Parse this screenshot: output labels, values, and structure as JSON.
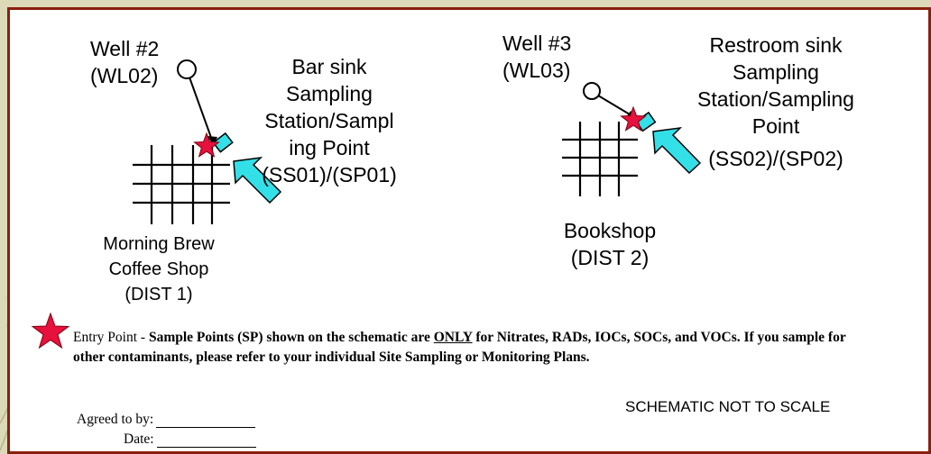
{
  "well2": {
    "name": "Well #2",
    "code": "(WL02)"
  },
  "well3": {
    "name": "Well #3",
    "code": "(WL03)"
  },
  "station1": {
    "lines": [
      "Bar sink",
      "Sampling",
      "Station/Sampl",
      "ing Point",
      "(SS01)/(SP01)"
    ]
  },
  "station2": {
    "lines": [
      "Restroom sink",
      "Sampling",
      "Station/Sampling",
      "Point",
      "(SS02)/(SP02)"
    ]
  },
  "dist1": {
    "lines": [
      "Morning Brew",
      "Coffee Shop",
      "(DIST 1)"
    ]
  },
  "dist2": {
    "lines": [
      "Bookshop",
      "(DIST 2)"
    ]
  },
  "legend": {
    "entry_label": "Entry Point - ",
    "bold_1": "Sample Points (SP) shown on the schematic are ",
    "only": "ONLY",
    "bold_2": " for Nitrates, RADs, IOCs, SOCs, and VOCs. If you sample for other contaminants, please refer to your individual Site Sampling or Monitoring Plans."
  },
  "scale_note": "SCHEMATIC NOT TO SCALE",
  "signoff": {
    "agreed_label": "Agreed to by:",
    "date_label": "Date:"
  },
  "colors": {
    "frame": "#8b1f0e",
    "star": "#e8103c",
    "arrow": "#33e0e8",
    "background": "#dcd9b8"
  },
  "icons": [
    "star-icon",
    "arrow-icon",
    "well-circle-icon",
    "grid-icon",
    "tap-icon"
  ]
}
